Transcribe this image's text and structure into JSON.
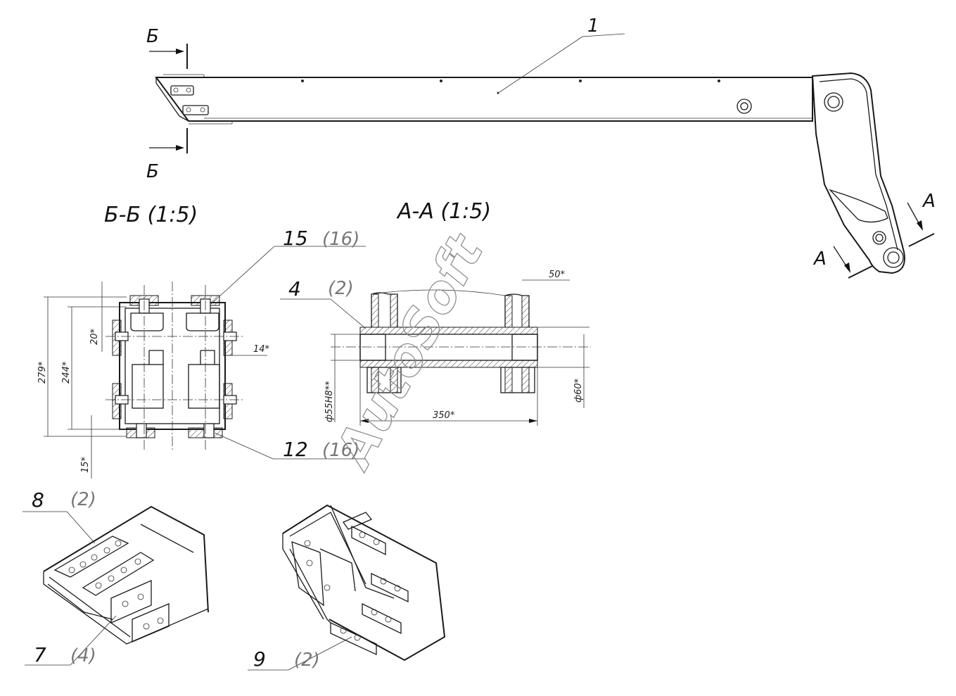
{
  "watermark": "AutoSoft",
  "sections": {
    "bb_title": "Б-Б (1:5)",
    "aa_title": "А-А (1:5)",
    "cut_b": "Б",
    "cut_a": "А"
  },
  "callouts": {
    "p1": "1",
    "p15": "15",
    "p15_qty": "(16)",
    "p4": "4",
    "p4_qty": "(2)",
    "p12": "12",
    "p12_qty": "(16)",
    "p8": "8",
    "p8_qty": "(2)",
    "p7": "7",
    "p7_qty": "(4)",
    "p9": "9",
    "p9_qty": "(2)"
  },
  "dimensions": {
    "d279": "279*",
    "d244": "244*",
    "d20": "20*",
    "d14": "14*",
    "d15": "15*",
    "d50": "50*",
    "d350": "350*",
    "d55": "ф55H8**",
    "d60": "ф60*"
  }
}
